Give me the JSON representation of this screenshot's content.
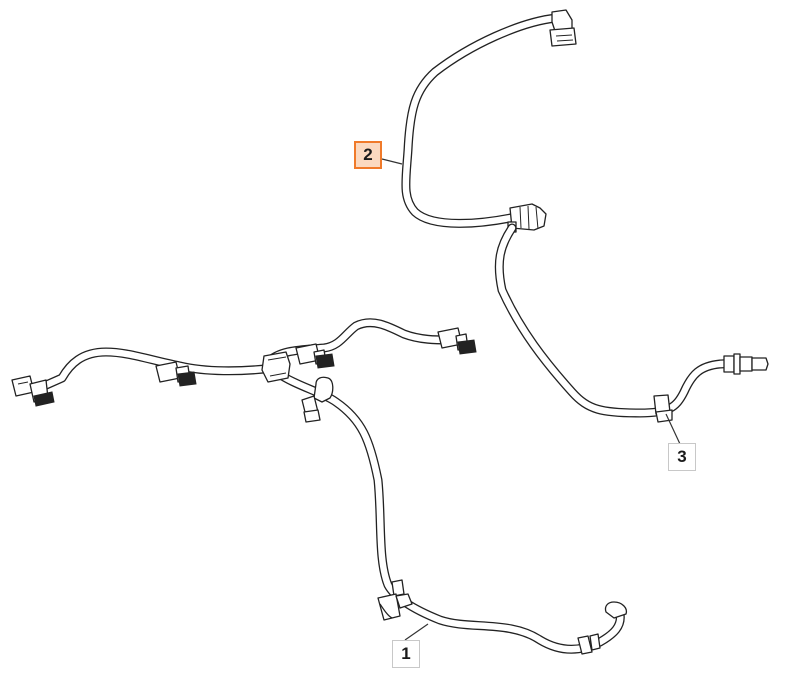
{
  "callouts": [
    {
      "id": "1",
      "label": "1",
      "highlighted": false
    },
    {
      "id": "2",
      "label": "2",
      "highlighted": true
    },
    {
      "id": "3",
      "label": "3",
      "highlighted": false
    }
  ],
  "colors": {
    "highlight_border": "#f07a2a",
    "highlight_fill": "#fbd9c0",
    "line": "#222222",
    "background": "#ffffff"
  }
}
